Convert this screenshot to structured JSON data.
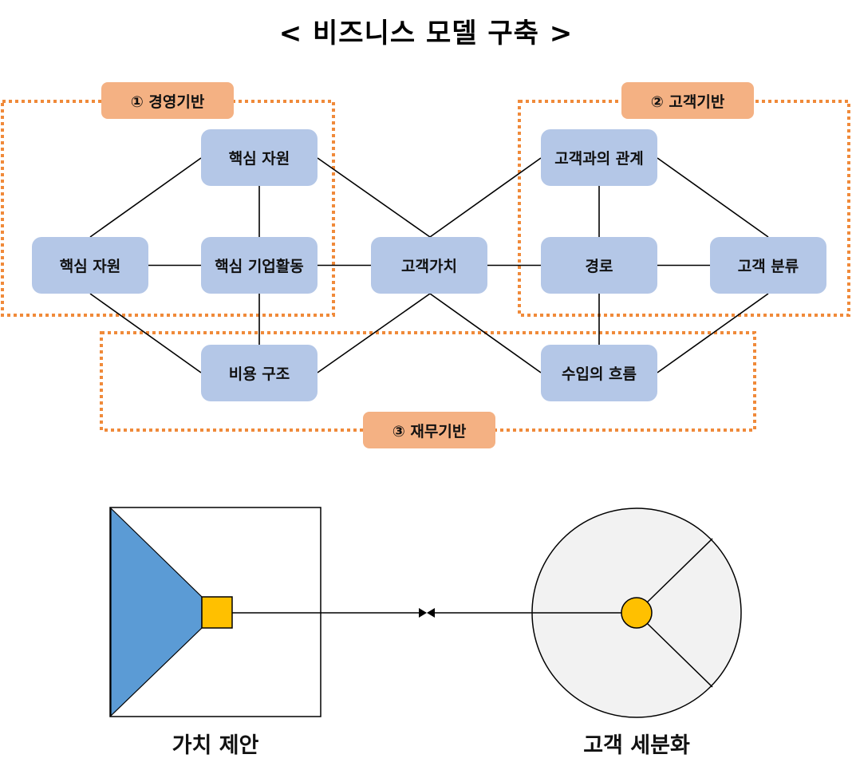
{
  "title": "< 비즈니스 모델 구축 >",
  "colors": {
    "node_fill": "#b4c7e7",
    "group_label_fill": "#f4b183",
    "group_border": "#f08a3a",
    "triangle_fill": "#5b9bd5",
    "accent_yellow": "#ffc000",
    "circle_fill": "#f2f2f2",
    "line": "#000000"
  },
  "groups": [
    {
      "id": "g1",
      "label": "① 경영기반"
    },
    {
      "id": "g2",
      "label": "② 고객기반"
    },
    {
      "id": "g3",
      "label": "③ 재무기반"
    }
  ],
  "nodes": {
    "key_resources_top": "핵심 자원",
    "key_resources_left": "핵심 자원",
    "key_activities": "핵심 기업활동",
    "customer_value": "고객가치",
    "customer_relationship": "고객과의 관계",
    "channels": "경로",
    "customer_segments": "고객 분류",
    "cost_structure": "비용 구조",
    "revenue_streams": "수입의 흐름"
  },
  "edges": [
    [
      "key_resources_top",
      "key_resources_left"
    ],
    [
      "key_resources_top",
      "key_activities"
    ],
    [
      "key_resources_top",
      "customer_value"
    ],
    [
      "key_resources_left",
      "key_activities"
    ],
    [
      "key_resources_left",
      "cost_structure"
    ],
    [
      "key_activities",
      "customer_value"
    ],
    [
      "key_activities",
      "cost_structure"
    ],
    [
      "customer_value",
      "customer_relationship"
    ],
    [
      "customer_value",
      "channels"
    ],
    [
      "customer_value",
      "cost_structure"
    ],
    [
      "customer_value",
      "revenue_streams"
    ],
    [
      "customer_relationship",
      "channels"
    ],
    [
      "customer_relationship",
      "customer_segments"
    ],
    [
      "channels",
      "customer_segments"
    ],
    [
      "channels",
      "revenue_streams"
    ],
    [
      "customer_segments",
      "revenue_streams"
    ]
  ],
  "bottom": {
    "value_proposition_caption": "가치 제안",
    "customer_segmentation_caption": "고객 세분화",
    "circle_segments": 3
  }
}
